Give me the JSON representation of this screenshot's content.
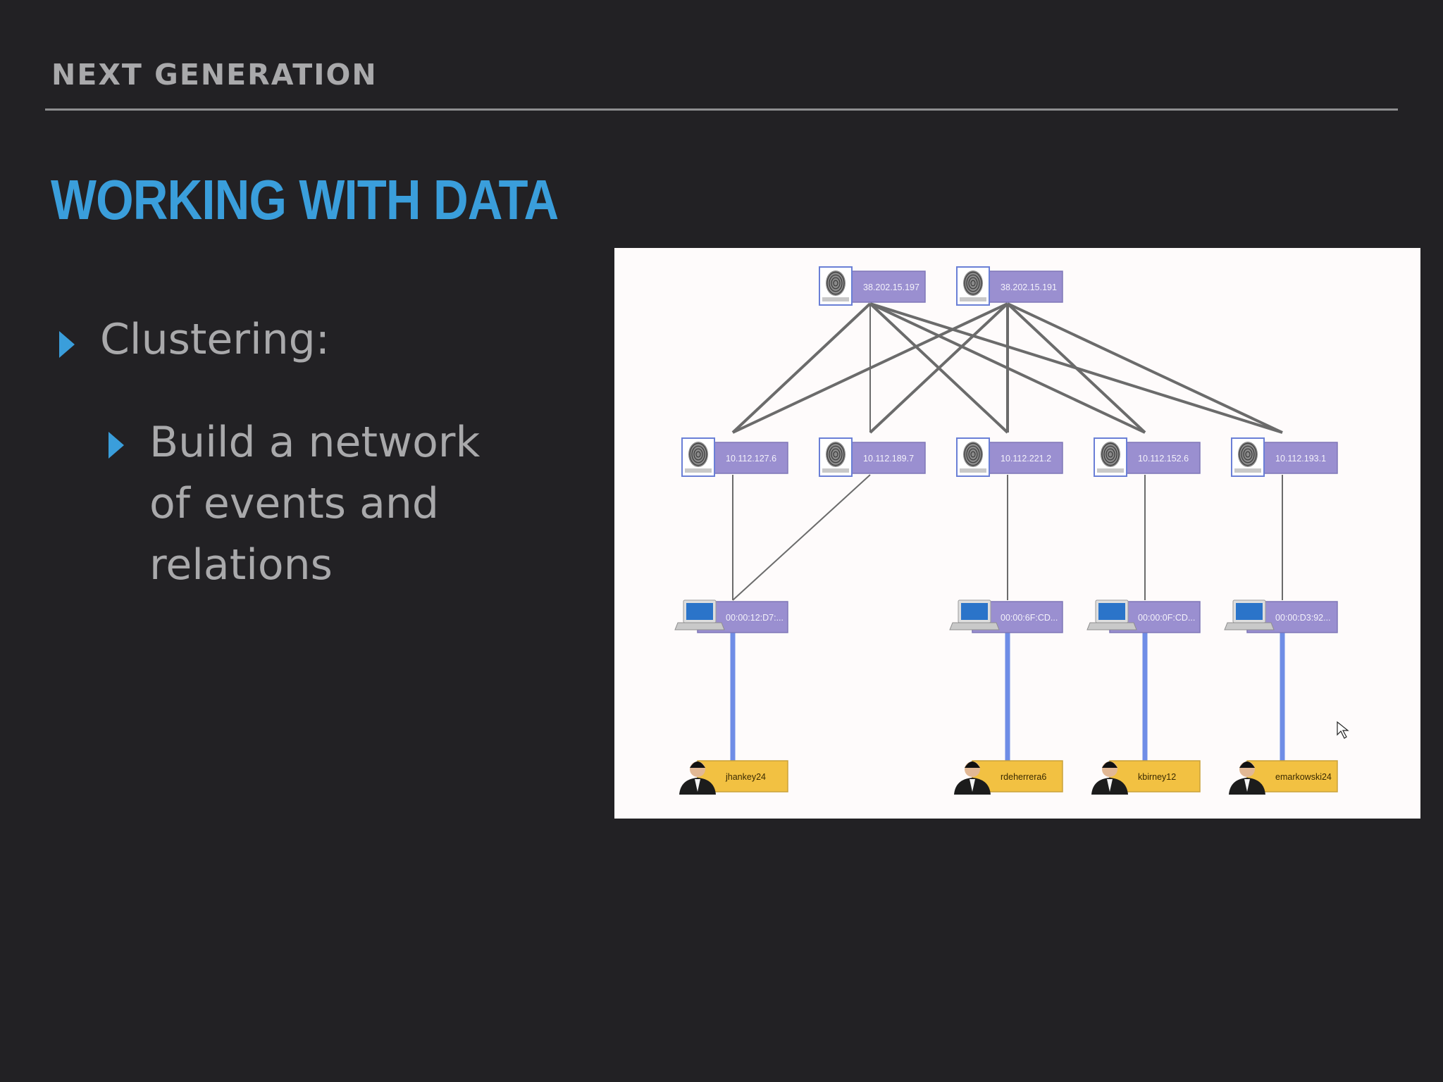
{
  "header": {
    "section": "NEXT GENERATION"
  },
  "slide": {
    "title": "WORKING WITH DATA",
    "bullets": [
      {
        "text": "Clustering:",
        "level": 1
      },
      {
        "text": "Build a network of events and relations",
        "level": 2,
        "lines": [
          "Build a network",
          "of events and",
          "relations"
        ]
      }
    ]
  },
  "colors": {
    "accent": "#3a9edb",
    "text": "#a9a9ab",
    "background": "#222124",
    "node": "#9a8fd0",
    "user_node": "#f2c142",
    "edge": "#6b6b6b",
    "link": "#6f8de6"
  },
  "network": {
    "external_ips": [
      "38.202.15.197",
      "38.202.15.191"
    ],
    "internal_ips": [
      "10.112.127.6",
      "10.112.189.7",
      "10.112.221.2",
      "10.112.152.6",
      "10.112.193.1"
    ],
    "devices": [
      "00:00:12:D7:...",
      "00:00:6F:CD...",
      "00:00:0F:CD...",
      "00:00:D3:92..."
    ],
    "users": [
      "jhankey24",
      "rdeherrera6",
      "kbirney12",
      "emarkowski24"
    ],
    "icons": {
      "ip_node": "fingerprint-icon",
      "device_node": "laptop-icon",
      "user_node": "person-icon"
    }
  }
}
